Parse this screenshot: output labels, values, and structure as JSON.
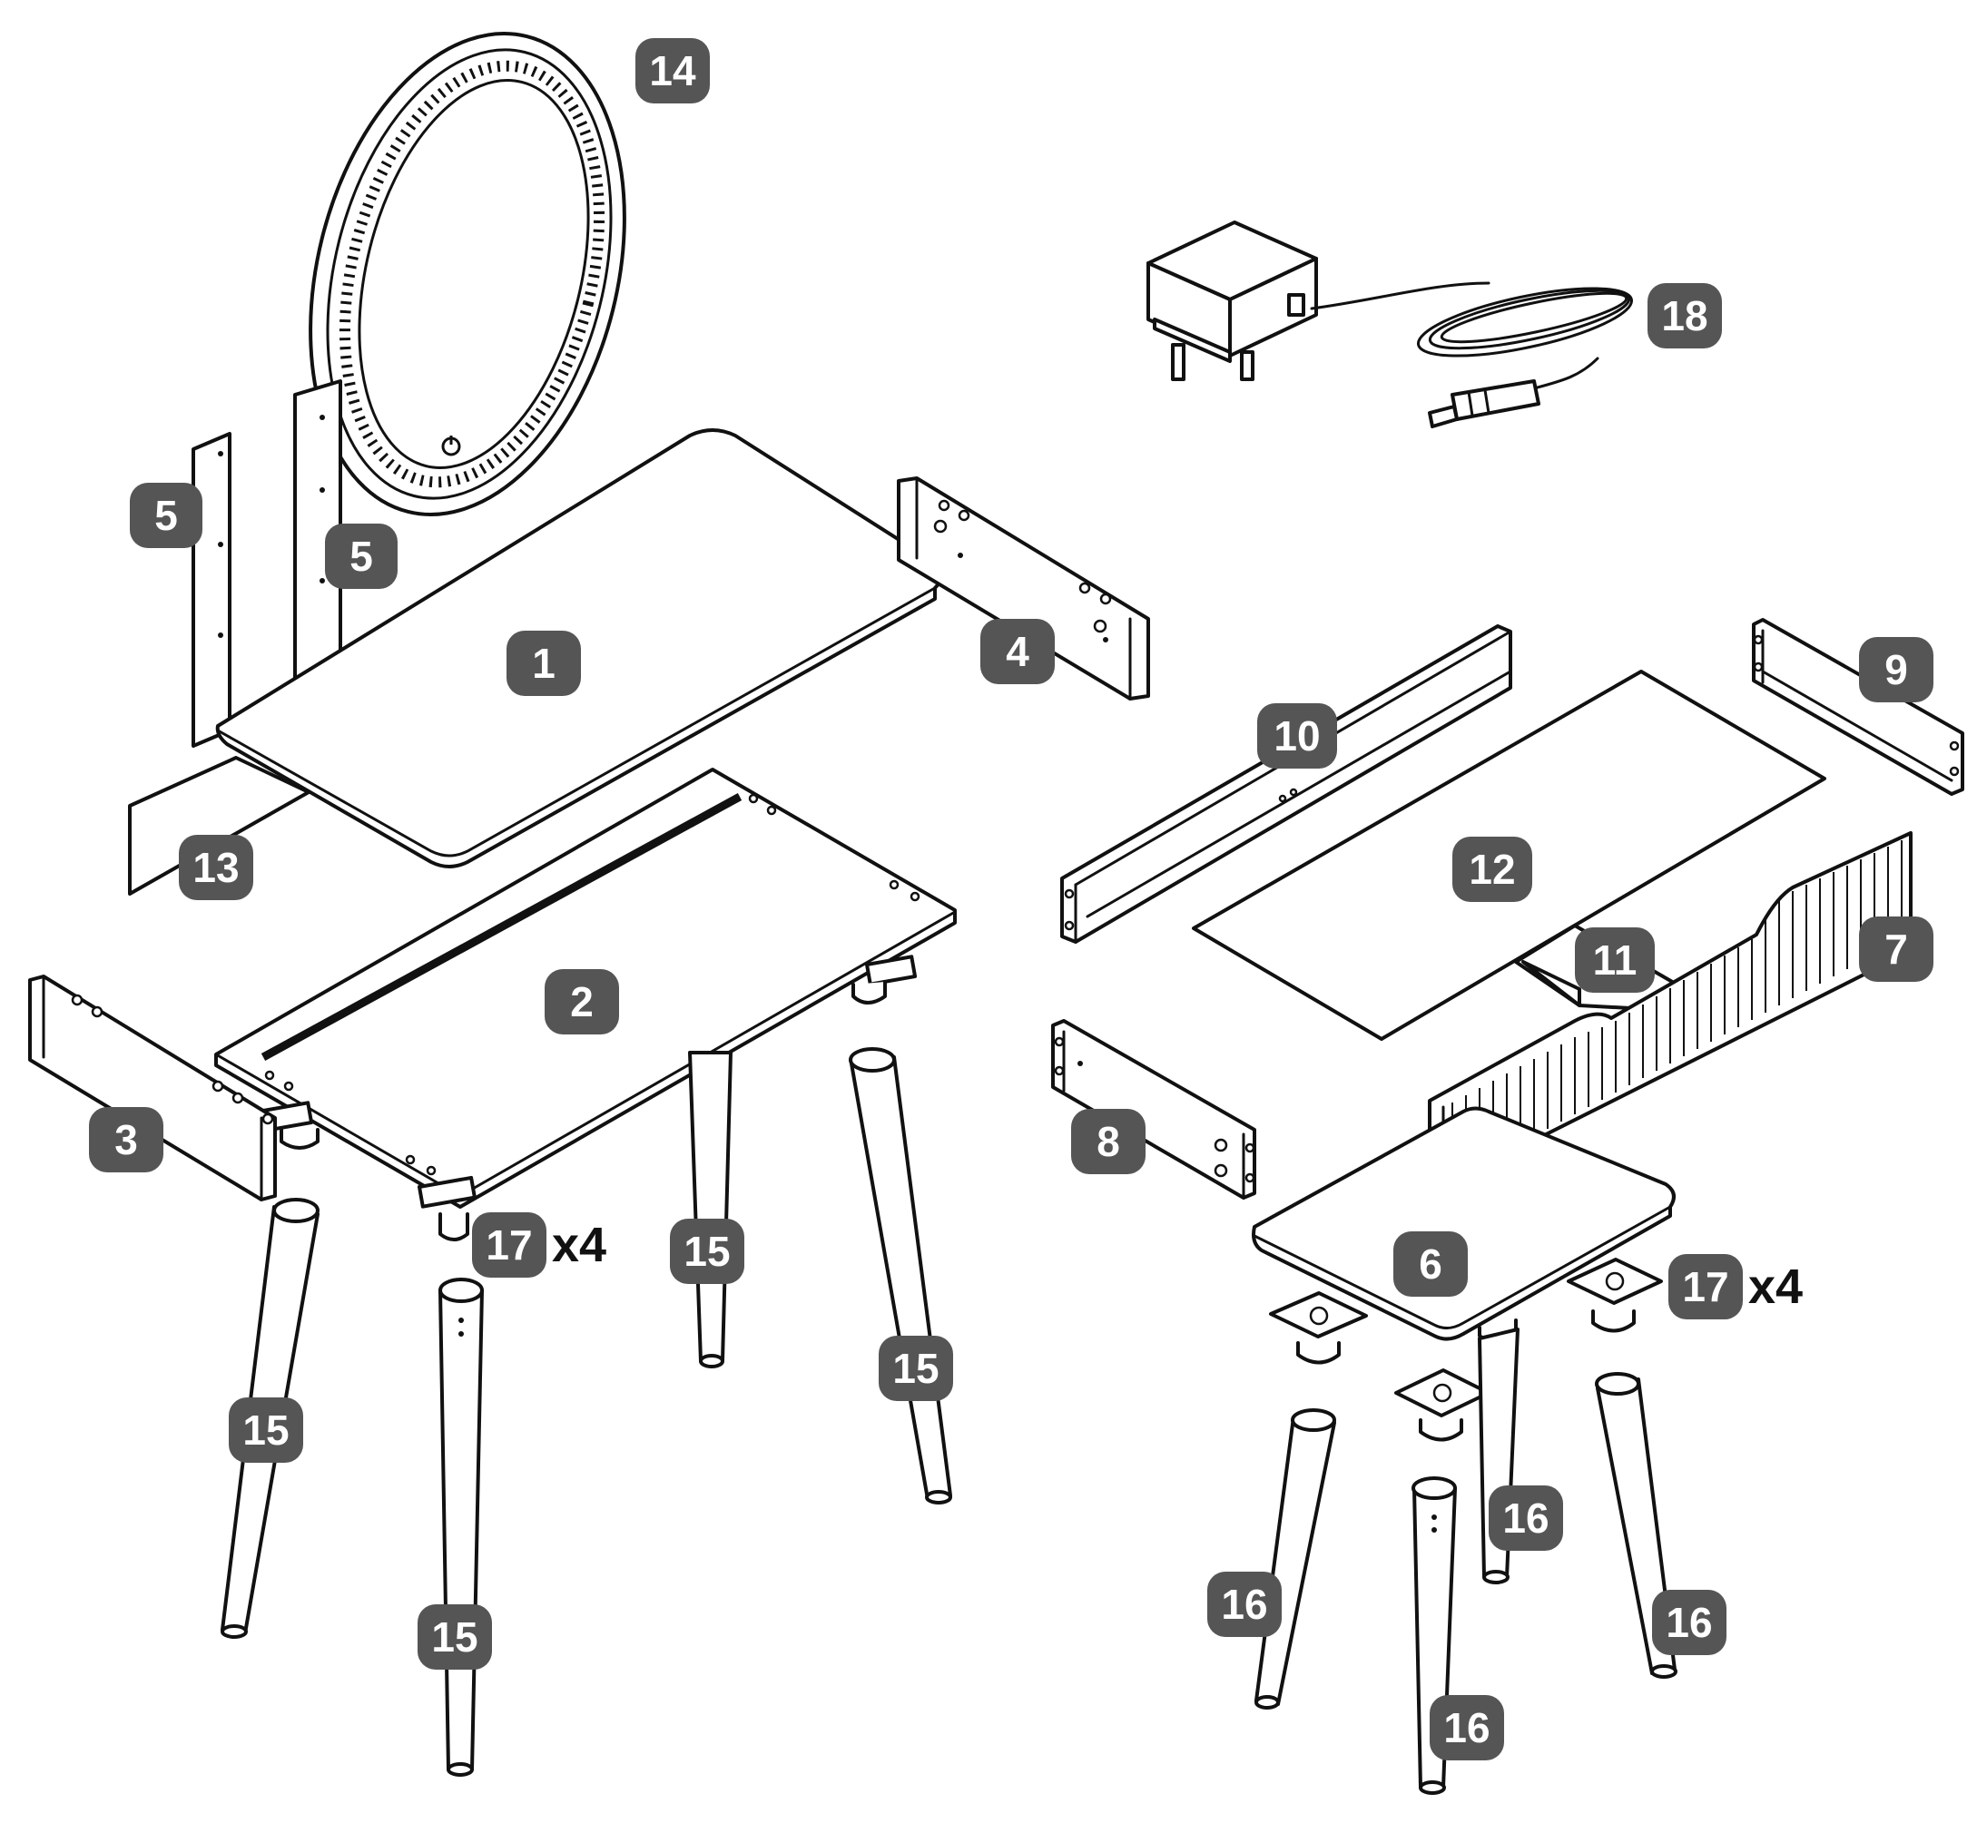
{
  "part_labels": {
    "p1": "1",
    "p2": "2",
    "p3": "3",
    "p4": "4",
    "p5a": "5",
    "p5b": "5",
    "p6": "6",
    "p7": "7",
    "p8": "8",
    "p9": "9",
    "p10": "10",
    "p11": "11",
    "p12": "12",
    "p13": "13",
    "p14": "14",
    "p15a": "15",
    "p15b": "15",
    "p15c": "15",
    "p15d": "15",
    "p16a": "16",
    "p16b": "16",
    "p16c": "16",
    "p16d": "16",
    "p17a": "17",
    "p17b": "17",
    "p18": "18"
  },
  "quantities": {
    "q17a": "x4",
    "q17b": "x4"
  },
  "colors": {
    "badge": "#555555",
    "badge_text": "#ffffff",
    "line": "#111111"
  }
}
